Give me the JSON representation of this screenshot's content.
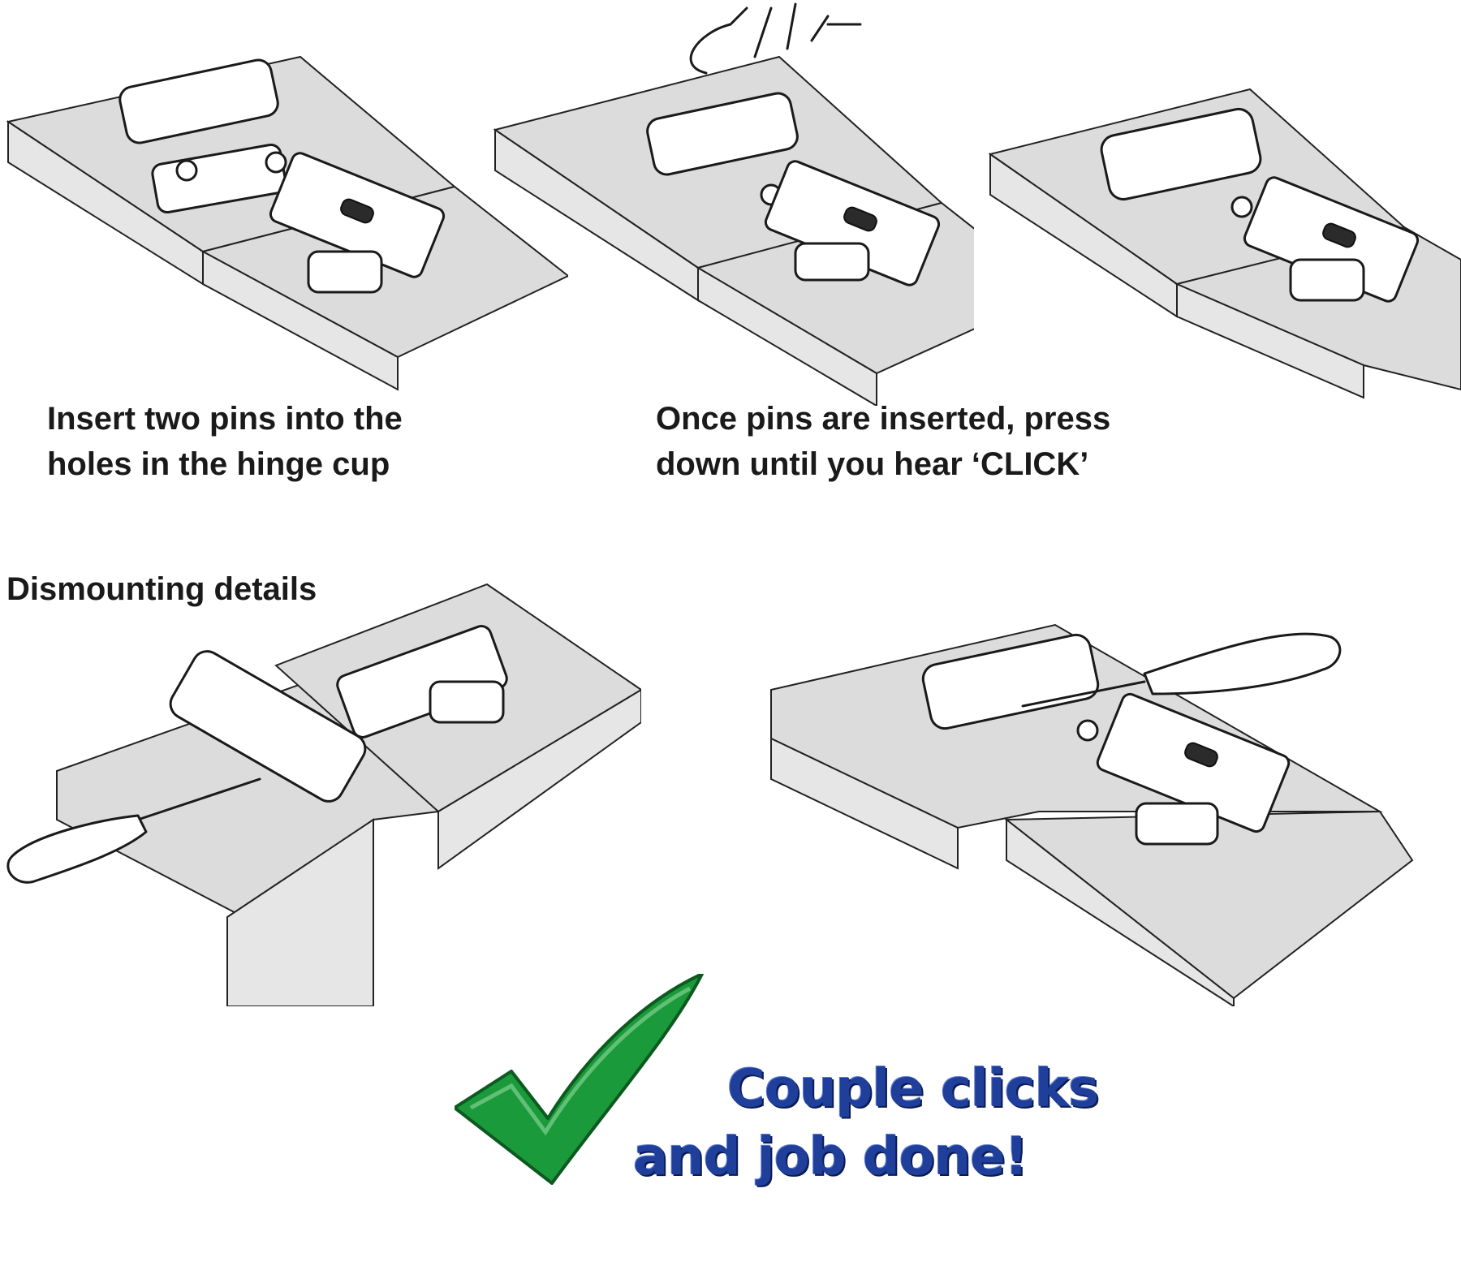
{
  "steps": [
    {
      "lines": [
        "Insert two pins into the",
        "holes in the hinge cup"
      ]
    },
    {
      "lines": [
        "Once pins are inserted, press",
        "down until you hear ‘CLICK’"
      ]
    }
  ],
  "dismounting": {
    "title": "Dismounting details"
  },
  "slogan": {
    "lines": [
      "Couple clicks",
      "and job done!"
    ],
    "color": "#1f3f9b"
  },
  "checkmark": {
    "icon": "checkmark-icon",
    "color": "#1a9a3a"
  }
}
